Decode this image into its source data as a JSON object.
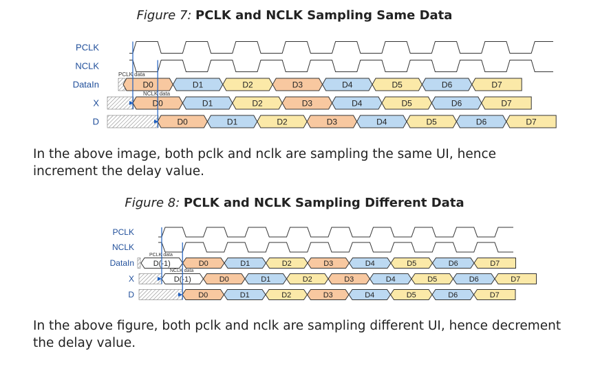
{
  "figure7": {
    "lead": "Figure 7:",
    "title": "PCLK and NCLK Sampling Same Data",
    "signals": [
      "PCLK",
      "NCLK",
      "DataIn",
      "X",
      "D"
    ],
    "pclk_data_label": "PCLK data",
    "nclk_data_label": "NCLK data",
    "datain": [
      "D0",
      "D1",
      "D2",
      "D3",
      "D4",
      "D5",
      "D6",
      "D7"
    ],
    "x": [
      "D0",
      "D1",
      "D2",
      "D3",
      "D4",
      "D5",
      "D6",
      "D7"
    ],
    "d": [
      "D0",
      "D1",
      "D2",
      "D3",
      "D4",
      "D5",
      "D6",
      "D7"
    ]
  },
  "paragraph1": "In the above image, both pclk and nclk are sampling the same UI, hence increment the delay value.",
  "figure8": {
    "lead": "Figure 8:",
    "title": "PCLK and NCLK Sampling Different Data",
    "signals": [
      "PCLK",
      "NCLK",
      "DataIn",
      "X",
      "D"
    ],
    "pclk_data_label": "PCLK data",
    "nclk_data_label": "NCLK data",
    "datain": [
      "D(-1)",
      "D0",
      "D1",
      "D2",
      "D3",
      "D4",
      "D5",
      "D6",
      "D7"
    ],
    "x": [
      "D(-1)",
      "D0",
      "D1",
      "D2",
      "D3",
      "D4",
      "D5",
      "D6",
      "D7"
    ],
    "d": [
      "D0",
      "D1",
      "D2",
      "D3",
      "D4",
      "D5",
      "D6",
      "D7"
    ]
  },
  "paragraph2": "In the above figure, both pclk and nclk are sampling different UI, hence decrement the delay value.",
  "colors": {
    "D(-1)": "#ffffff",
    "D0": "#f8c8a0",
    "D1": "#bcd9f2",
    "D2": "#fbe9a8",
    "D3": "#f8c8a0",
    "D4": "#bcd9f2",
    "D5": "#fbe9a8",
    "D6": "#bcd9f2",
    "D7": "#fbe9a8",
    "wire": "#333333",
    "marker": "#1f5fbf",
    "label": "#1f4e9a"
  }
}
